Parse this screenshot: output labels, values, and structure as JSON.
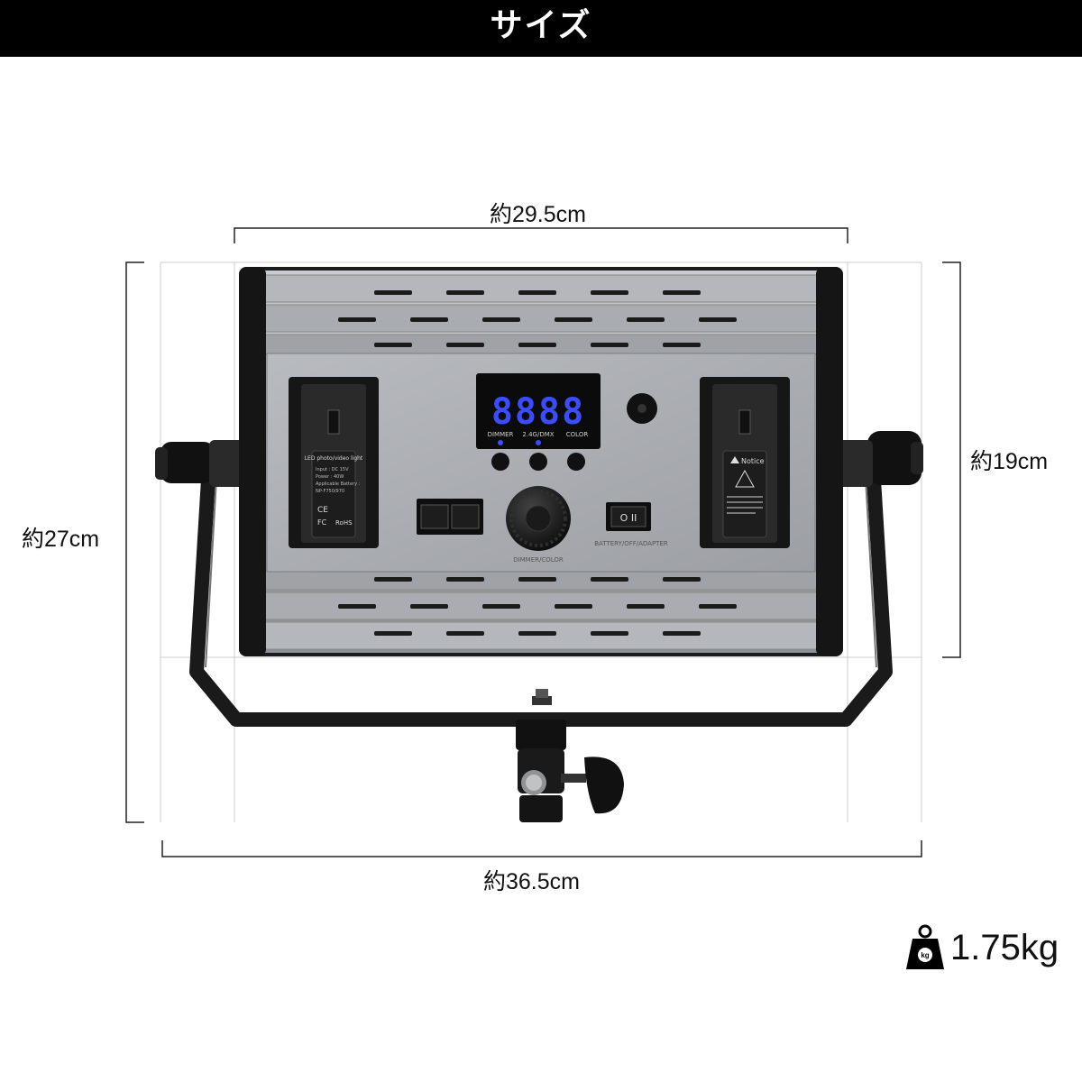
{
  "header": {
    "title": "サイズ"
  },
  "dimensions": {
    "panel_width": "約29.5cm",
    "panel_height": "約19cm",
    "total_height": "約27cm",
    "total_width": "約36.5cm"
  },
  "weight": {
    "value": "1.75kg",
    "icon": "weight-icon",
    "icon_label": "kg"
  },
  "panel": {
    "display_value": "8888",
    "display_labels": [
      "DIMMER",
      "2.4G/DMX",
      "COLOR"
    ],
    "knob_label": "DIMMER/COLOR",
    "switch_label": "BATTERY/OFF/ADAPTER",
    "switch_glyph": "O II",
    "left_battery_text": "LED photo/video light",
    "left_battery_specs": [
      "Input : DC 15V",
      "Power : 40W",
      "Applicable Battery :",
      "NP-F750/970"
    ],
    "right_battery_text": "Notice",
    "marks": [
      "CE",
      "FC",
      "RoHS"
    ]
  },
  "colors": {
    "display_digits": "#3b4cff",
    "panel_body": "#9a9ea4",
    "header_bg": "#000000"
  }
}
